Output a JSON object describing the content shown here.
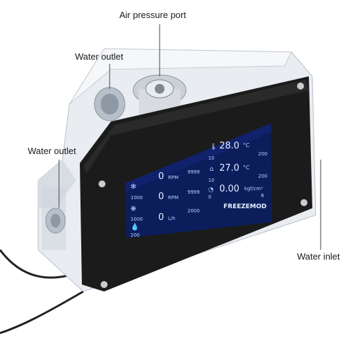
{
  "labels": {
    "air_port": "Air pressure port",
    "water_outlet_top": "Water outlet",
    "water_outlet_side": "Water outlet",
    "water_inlet": "Water  inlet"
  },
  "lcd": {
    "brand": "FREEZEMOD",
    "rows": [
      {
        "icon": "fan-icon",
        "value": "0",
        "unit": "RPM",
        "max": "9999",
        "min": "1000"
      },
      {
        "icon": "pump-icon",
        "value": "0",
        "unit": "RPM",
        "max": "9999",
        "min": "1000"
      },
      {
        "icon": "drop-icon",
        "value": "0",
        "unit": "L/h",
        "max": "2000",
        "min": "200"
      }
    ],
    "right_rows": [
      {
        "icon": "thermometer-icon",
        "value": "28.0",
        "unit": "°C",
        "max": "200",
        "min": "10"
      },
      {
        "icon": "home-temp-icon",
        "value": "27.0",
        "unit": "°C",
        "max": "200",
        "min": "10"
      },
      {
        "icon": "pressure-icon",
        "value": "0.00",
        "unit": "kgf/cm²",
        "max": "6",
        "min": "0"
      }
    ]
  },
  "colors": {
    "lcd_bg": "#0c1d5c",
    "frame": "#1b1b1b",
    "acrylic": "#dfe4ea"
  }
}
